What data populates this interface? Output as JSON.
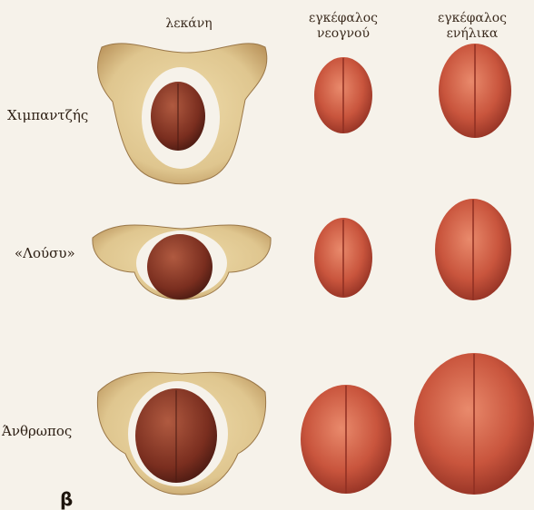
{
  "columns": {
    "pelvis": "λεκάνη",
    "newborn": [
      "εγκέφαλος",
      "νεογνού"
    ],
    "adult": [
      "εγκέφαλος",
      "ενήλικα"
    ]
  },
  "rows": [
    {
      "label": "Χιμπαντζής"
    },
    {
      "label": "«Λούσυ»"
    },
    {
      "label": "Άνθρωπος"
    }
  ],
  "figure_label": "β",
  "colors": {
    "bone": "#dfc68f",
    "bone_shade": "#b9925a",
    "brain": "#c9553d",
    "brain_dark": "#8f2f22",
    "head": "#7a2e1f"
  }
}
